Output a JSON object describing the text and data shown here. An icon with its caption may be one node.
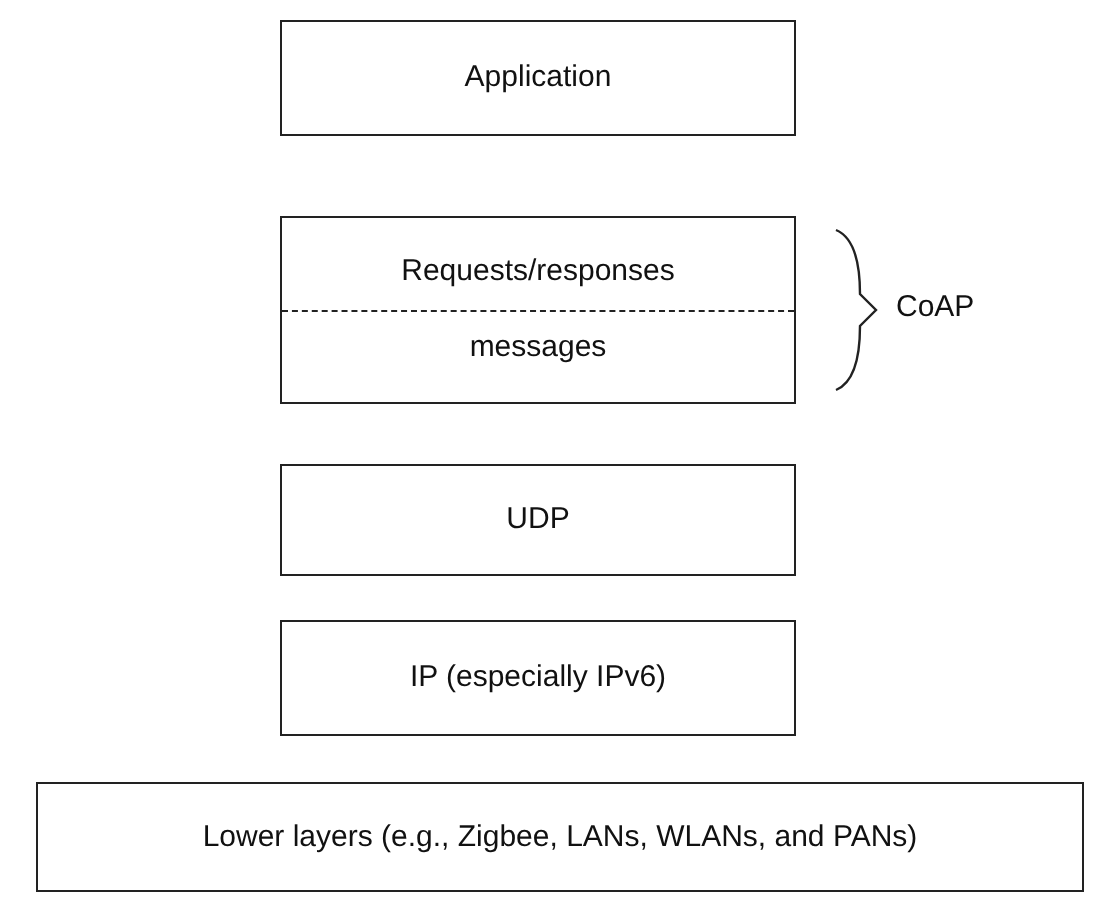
{
  "diagram": {
    "nodes": [
      {
        "text": [
          "Application"
        ]
      },
      {
        "text": [
          "Requests/responses",
          "messages"
        ],
        "beside": [
          "CoAP"
        ]
      },
      {
        "text": [
          "UDP"
        ]
      },
      {
        "text": [
          "IP (especially IPv6)"
        ]
      },
      {
        "text": [
          "Lower layers (e.g., Zigbee, LANs, WLANs, and PANs)"
        ]
      }
    ]
  }
}
